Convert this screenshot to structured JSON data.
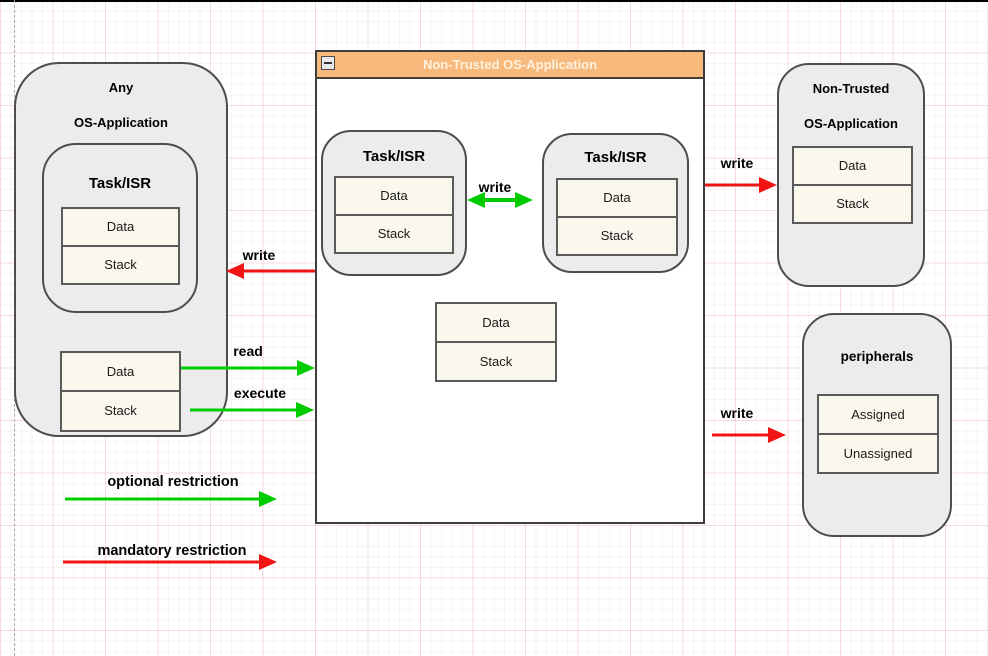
{
  "left_app": {
    "title1": "Any",
    "title2": "OS-Application",
    "task": {
      "title": "Task/ISR",
      "data": "Data",
      "stack": "Stack"
    },
    "data": "Data",
    "stack": "Stack"
  },
  "center_window": {
    "title": "Non-Trusted OS-Application",
    "task1": {
      "title": "Task/ISR",
      "data": "Data",
      "stack": "Stack"
    },
    "task2": {
      "title": "Task/ISR",
      "data": "Data",
      "stack": "Stack"
    },
    "mem": {
      "data": "Data",
      "stack": "Stack"
    }
  },
  "right_app": {
    "title1": "Non-Trusted",
    "title2": "OS-Application",
    "data": "Data",
    "stack": "Stack"
  },
  "peripherals": {
    "title": "peripherals",
    "assigned": "Assigned",
    "unassigned": "Unassigned"
  },
  "arrows": {
    "write_to_left": "write",
    "read": "read",
    "execute": "execute",
    "write_center": "write",
    "write_right_top": "write",
    "write_peripherals": "write"
  },
  "legend": {
    "optional": "optional restriction",
    "mandatory": "mandatory restriction"
  },
  "colors": {
    "optional_restriction_green": "#00cc00",
    "mandatory_restriction_red": "#f21414",
    "window_titlebar_orange": "#f8ba7c",
    "shape_fill_gray": "#ececec",
    "memory_fill_cream": "#faf7ed"
  }
}
